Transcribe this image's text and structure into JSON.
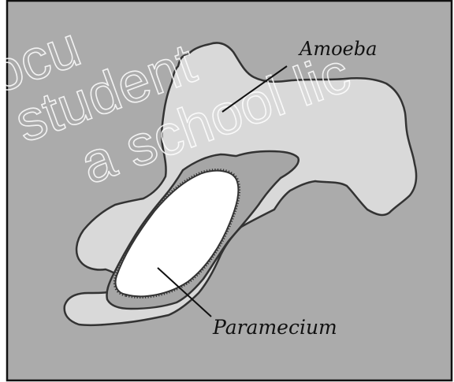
{
  "labels": {
    "amoeba": "Amoeba",
    "paramecium": "Paramecium"
  },
  "watermark": {
    "line1": "ocu",
    "line2": "student",
    "line3": "a school lic"
  },
  "colors": {
    "background": "#ababab",
    "amoeba_body": "#d9d9d9",
    "food_vacuole": "#a6a6a6",
    "paramecium": "#ffffff",
    "outline": "#333333"
  }
}
